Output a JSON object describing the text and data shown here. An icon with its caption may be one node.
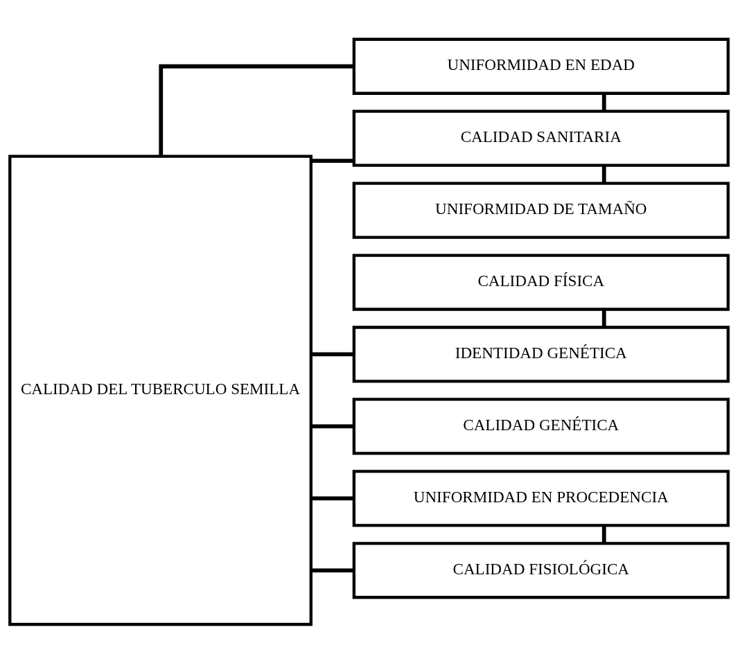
{
  "diagram": {
    "nodes": [
      {
        "text": [
          "CALIDAD DEL TUBERCULO SEMILLA"
        ]
      },
      {
        "text": [
          "UNIFORMIDAD EN EDAD"
        ]
      },
      {
        "text": [
          "CALIDAD SANITARIA"
        ]
      },
      {
        "text": [
          "UNIFORMIDAD DE TAMAÑO"
        ]
      },
      {
        "text": [
          "CALIDAD FÍSICA"
        ]
      },
      {
        "text": [
          "IDENTIDAD GENÉTICA"
        ]
      },
      {
        "text": [
          "CALIDAD GENÉTICA"
        ]
      },
      {
        "text": [
          "UNIFORMIDAD EN PROCEDENCIA"
        ]
      },
      {
        "text": [
          "CALIDAD FISIOLÓGICA"
        ]
      }
    ],
    "edges": [
      {
        "from": 0,
        "to": 1,
        "arrow": "none"
      },
      {
        "from": 0,
        "to": 2,
        "arrow": "none"
      },
      {
        "from": 0,
        "to": 5,
        "arrow": "none"
      },
      {
        "from": 0,
        "to": 6,
        "arrow": "none"
      },
      {
        "from": 0,
        "to": 7,
        "arrow": "none"
      },
      {
        "from": 0,
        "to": 8,
        "arrow": "none"
      },
      {
        "from": 1,
        "to": 2,
        "arrow": "none"
      },
      {
        "from": 2,
        "to": 3,
        "arrow": "none"
      },
      {
        "from": 4,
        "to": 5,
        "arrow": "none"
      },
      {
        "from": 7,
        "to": 8,
        "arrow": "none"
      }
    ]
  }
}
